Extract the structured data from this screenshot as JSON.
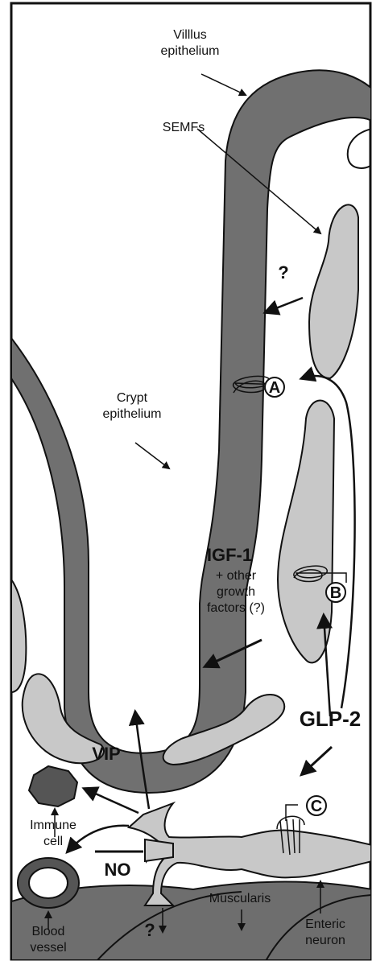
{
  "labels": {
    "villus_epithelium_line1": "Villlus",
    "villus_epithelium_line2": "epithelium",
    "semfs": "SEMFs",
    "question_mark_top": "?",
    "crypt_epithelium_line1": "Crypt",
    "crypt_epithelium_line2": "epithelium",
    "marker_a": "A",
    "marker_b": "B",
    "marker_c": "C",
    "igf1": "IGF-1",
    "growth_factors_line1": "+ other",
    "growth_factors_line2": "growth",
    "growth_factors_line3": "factors (?)",
    "glp2": "GLP-2",
    "vip": "VIP",
    "immune_cell_line1": "Immune",
    "immune_cell_line2": "cell",
    "no": "NO",
    "blood_vessel_line1": "Blood",
    "blood_vessel_line2": "vessel",
    "question_mark_bottom": "?",
    "muscularis": "Muscularis",
    "enteric_neuron_line1": "Enteric",
    "enteric_neuron_line2": "neuron"
  },
  "colors": {
    "epithelium_dark": "#707070",
    "cell_light": "#c8c8c8",
    "immune_cell": "#555555",
    "muscle": "#6e6e6e",
    "outline": "#111111"
  }
}
